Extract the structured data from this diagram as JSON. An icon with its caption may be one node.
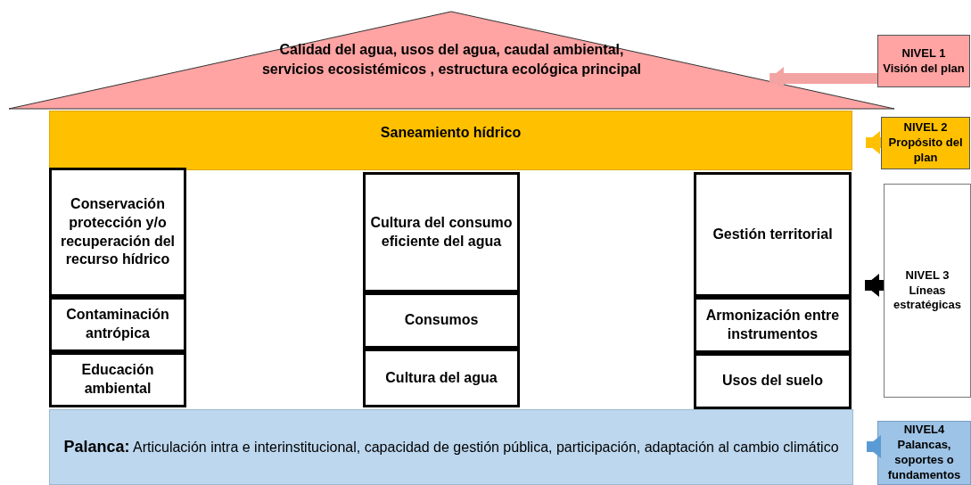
{
  "diagram": {
    "nodes": [
      {
        "text": [
          "Calidad del agua, usos del agua, caudal ambiental, servicios ecosistémicos , estructura ecológica principal"
        ]
      },
      {
        "text": [
          "Saneamiento hídrico"
        ]
      },
      {
        "text": [
          "Conservación protección y/o recuperación del recurso hídrico"
        ]
      },
      {
        "text": [
          "Contaminación antrópica"
        ]
      },
      {
        "text": [
          "Educación ambiental"
        ]
      },
      {
        "text": [
          "Cultura del consumo eficiente del agua"
        ]
      },
      {
        "text": [
          "Consumos"
        ]
      },
      {
        "text": [
          "Cultura del agua"
        ]
      },
      {
        "text": [
          "Gestión territorial"
        ]
      },
      {
        "text": [
          "Armonización entre instrumentos"
        ]
      },
      {
        "text": [
          "Usos del suelo"
        ]
      },
      {
        "text": [
          "**Palanca:** Articulación intra e interinstitucional, capacidad de gestión pública, participación, adaptación al cambio climático"
        ]
      },
      {
        "text": [
          "NIVEL 1",
          "Visión  del plan"
        ]
      },
      {
        "text": [
          "NIVEL 2",
          "Propósito del plan"
        ]
      },
      {
        "text": [
          "NIVEL 3",
          "Líneas estratégicas"
        ]
      },
      {
        "text": [
          "NIVEL4",
          "Palancas, soportes o fundamentos"
        ]
      }
    ],
    "edges": [
      {
        "from": 12,
        "to": 0,
        "arrow": "to",
        "color": "#f4a3a3"
      },
      {
        "from": 13,
        "to": 1,
        "arrow": "to",
        "color": "#ffc000"
      },
      {
        "from": 14,
        "to": 8,
        "arrow": "to",
        "color": "#000000"
      },
      {
        "from": 15,
        "to": 11,
        "arrow": "to",
        "color": "#5b9bd5"
      }
    ]
  }
}
